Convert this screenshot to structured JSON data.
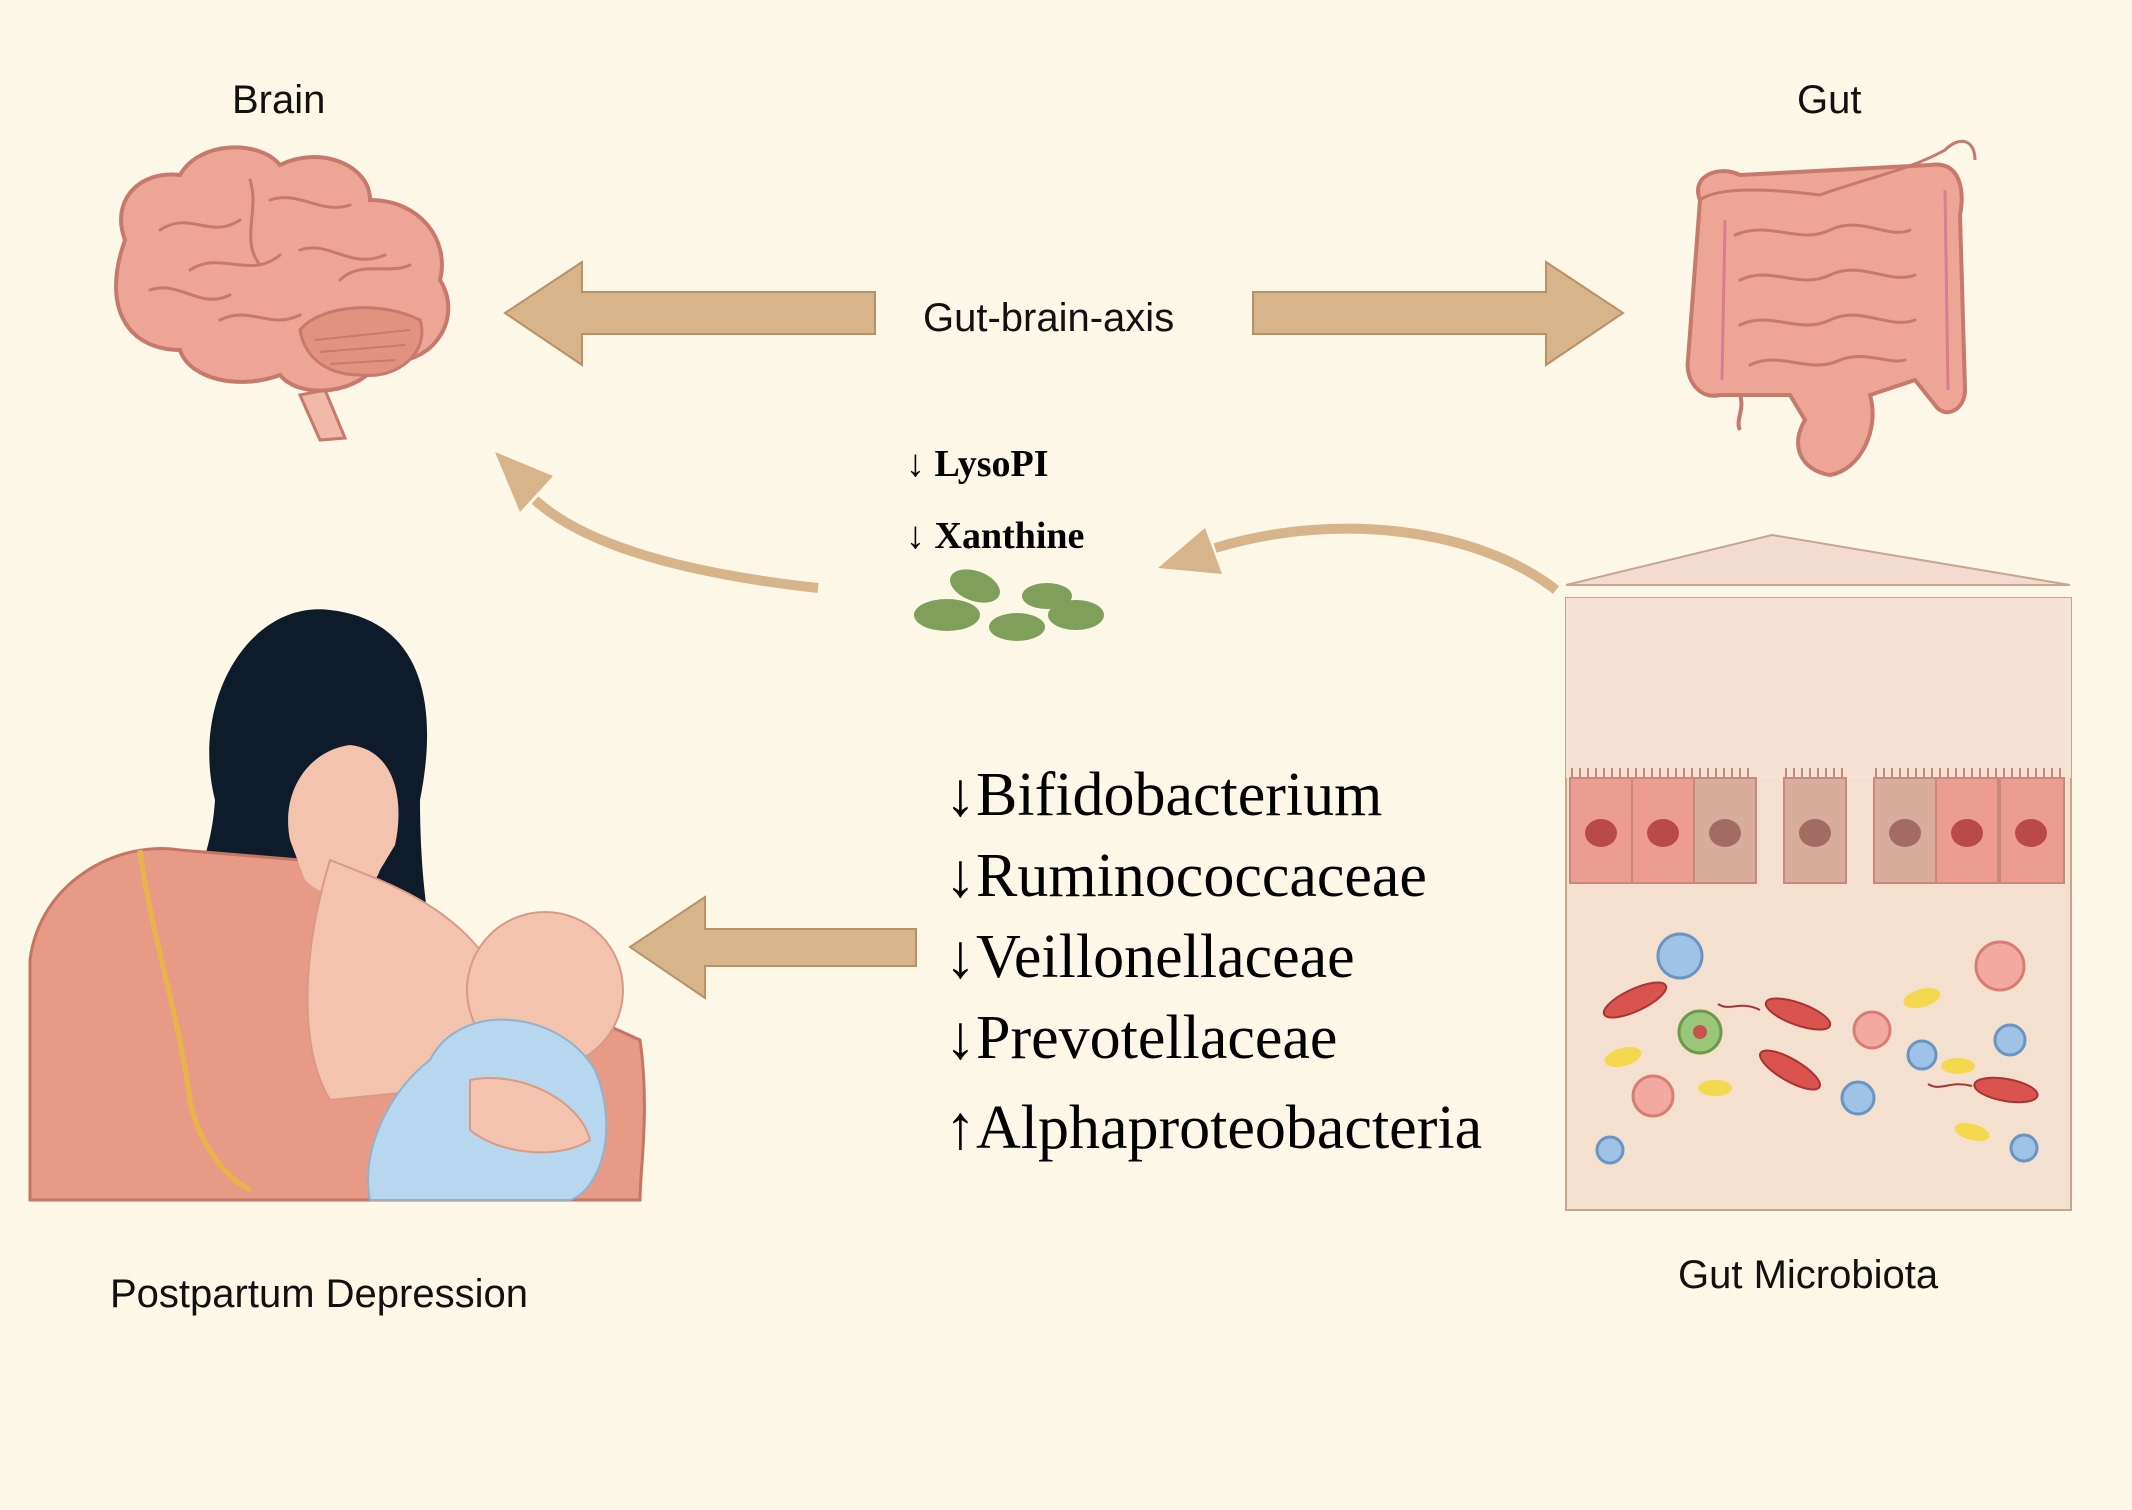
{
  "labels": {
    "brain": "Brain",
    "gut": "Gut",
    "axis": "Gut-brain-axis",
    "ppd": "Postpartum Depression",
    "microbiota": "Gut Microbiota"
  },
  "metabolites": [
    {
      "arrow": "↓",
      "name": "LysoPI"
    },
    {
      "arrow": "↓",
      "name": "Xanthine"
    }
  ],
  "taxa": [
    {
      "arrow": "↓",
      "name": "Bifidobacterium"
    },
    {
      "arrow": "↓",
      "name": "Ruminococcaceae"
    },
    {
      "arrow": "↓",
      "name": "Veillonellaceae"
    },
    {
      "arrow": "↓",
      "name": "Prevotellaceae"
    },
    {
      "arrow": "↑",
      "name": "Alphaproteobacteria"
    }
  ],
  "colors": {
    "background": "#fdf7e8",
    "arrow": "#d8b48a",
    "brain": "#eda596",
    "gut": "#eda596",
    "metabolite": "#7ea05a",
    "hair": "#0d1b2a",
    "skin": "#f4c3ae",
    "robe": "#e79b86",
    "blanket": "#b7d7ef"
  }
}
